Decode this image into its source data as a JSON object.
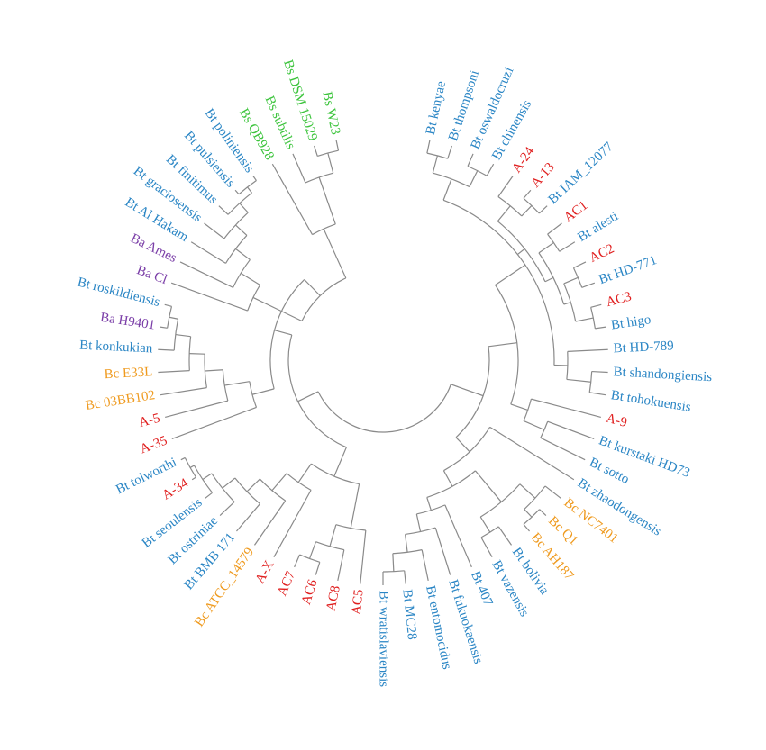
{
  "colors": {
    "branch": "#8a8a8a",
    "Bt": "#2b86c5",
    "Bs": "#3dc43d",
    "Ba": "#7b3fa8",
    "Bc": "#ef9a1e",
    "isolate": "#e02020"
  },
  "leaves": [
    {
      "label": "Bt kenyae",
      "group": "Bt"
    },
    {
      "label": "Bt thompsoni",
      "group": "Bt"
    },
    {
      "label": "Bt oswaldocruzi",
      "group": "Bt"
    },
    {
      "label": "Bt chinensis",
      "group": "Bt"
    },
    {
      "label": "A-24",
      "group": "isolate"
    },
    {
      "label": "A-13",
      "group": "isolate"
    },
    {
      "label": "Bt IAM_12077",
      "group": "Bt"
    },
    {
      "label": "AC1",
      "group": "isolate"
    },
    {
      "label": "Bt alesti",
      "group": "Bt"
    },
    {
      "label": "AC2",
      "group": "isolate"
    },
    {
      "label": "Bt HD-771",
      "group": "Bt"
    },
    {
      "label": "AC3",
      "group": "isolate"
    },
    {
      "label": "Bt higo",
      "group": "Bt"
    },
    {
      "label": "Bt HD-789",
      "group": "Bt"
    },
    {
      "label": "Bt shandongiensis",
      "group": "Bt"
    },
    {
      "label": "Bt tohokuensis",
      "group": "Bt"
    },
    {
      "label": "A-9",
      "group": "isolate"
    },
    {
      "label": "Bt kurstaki HD73",
      "group": "Bt"
    },
    {
      "label": "Bt sotto",
      "group": "Bt"
    },
    {
      "label": "Bt zhaodongensis",
      "group": "Bt"
    },
    {
      "label": "Bc NC7401",
      "group": "Bc"
    },
    {
      "label": "Bc Q1",
      "group": "Bc"
    },
    {
      "label": "Bc AH187",
      "group": "Bc"
    },
    {
      "label": "Bt bolivia",
      "group": "Bt"
    },
    {
      "label": "Bt vazensis",
      "group": "Bt"
    },
    {
      "label": "Bt 407",
      "group": "Bt"
    },
    {
      "label": "Bt fukuokaensis",
      "group": "Bt"
    },
    {
      "label": "Bt entomocidus",
      "group": "Bt"
    },
    {
      "label": "Bt MC28",
      "group": "Bt"
    },
    {
      "label": "Bt wratislaviensis",
      "group": "Bt"
    },
    {
      "label": "AC5",
      "group": "isolate"
    },
    {
      "label": "AC8",
      "group": "isolate"
    },
    {
      "label": "AC6",
      "group": "isolate"
    },
    {
      "label": "AC7",
      "group": "isolate"
    },
    {
      "label": "A-X",
      "group": "isolate"
    },
    {
      "label": "Bc ATCC_14579",
      "group": "Bc"
    },
    {
      "label": "Bt BMB 171",
      "group": "Bt"
    },
    {
      "label": "Bt ostriniae",
      "group": "Bt"
    },
    {
      "label": "Bt seoulensis",
      "group": "Bt"
    },
    {
      "label": "A-34",
      "group": "isolate"
    },
    {
      "label": "Bt tolworthi",
      "group": "Bt"
    },
    {
      "label": "A-35",
      "group": "isolate"
    },
    {
      "label": "A-5",
      "group": "isolate"
    },
    {
      "label": "Bc 03BB102",
      "group": "Bc"
    },
    {
      "label": "Bc E33L",
      "group": "Bc"
    },
    {
      "label": "Bt konkukian",
      "group": "Bt"
    },
    {
      "label": "Ba H9401",
      "group": "Ba"
    },
    {
      "label": "Bt roskildiensis",
      "group": "Bt"
    },
    {
      "label": "Ba Cl",
      "group": "Ba"
    },
    {
      "label": "Ba Ames",
      "group": "Ba"
    },
    {
      "label": "Bt Al Hakam",
      "group": "Bt"
    },
    {
      "label": "Bt graciosensis",
      "group": "Bt"
    },
    {
      "label": "Bt finitimus",
      "group": "Bt"
    },
    {
      "label": "Bt pulsiensis",
      "group": "Bt"
    },
    {
      "label": "Bt poliniensis",
      "group": "Bt"
    },
    {
      "label": "Bs QB928",
      "group": "Bs"
    },
    {
      "label": "Bs subtilis",
      "group": "Bs"
    },
    {
      "label": "Bs DSM 15029",
      "group": "Bs"
    },
    {
      "label": "Bs W23",
      "group": "Bs"
    }
  ]
}
